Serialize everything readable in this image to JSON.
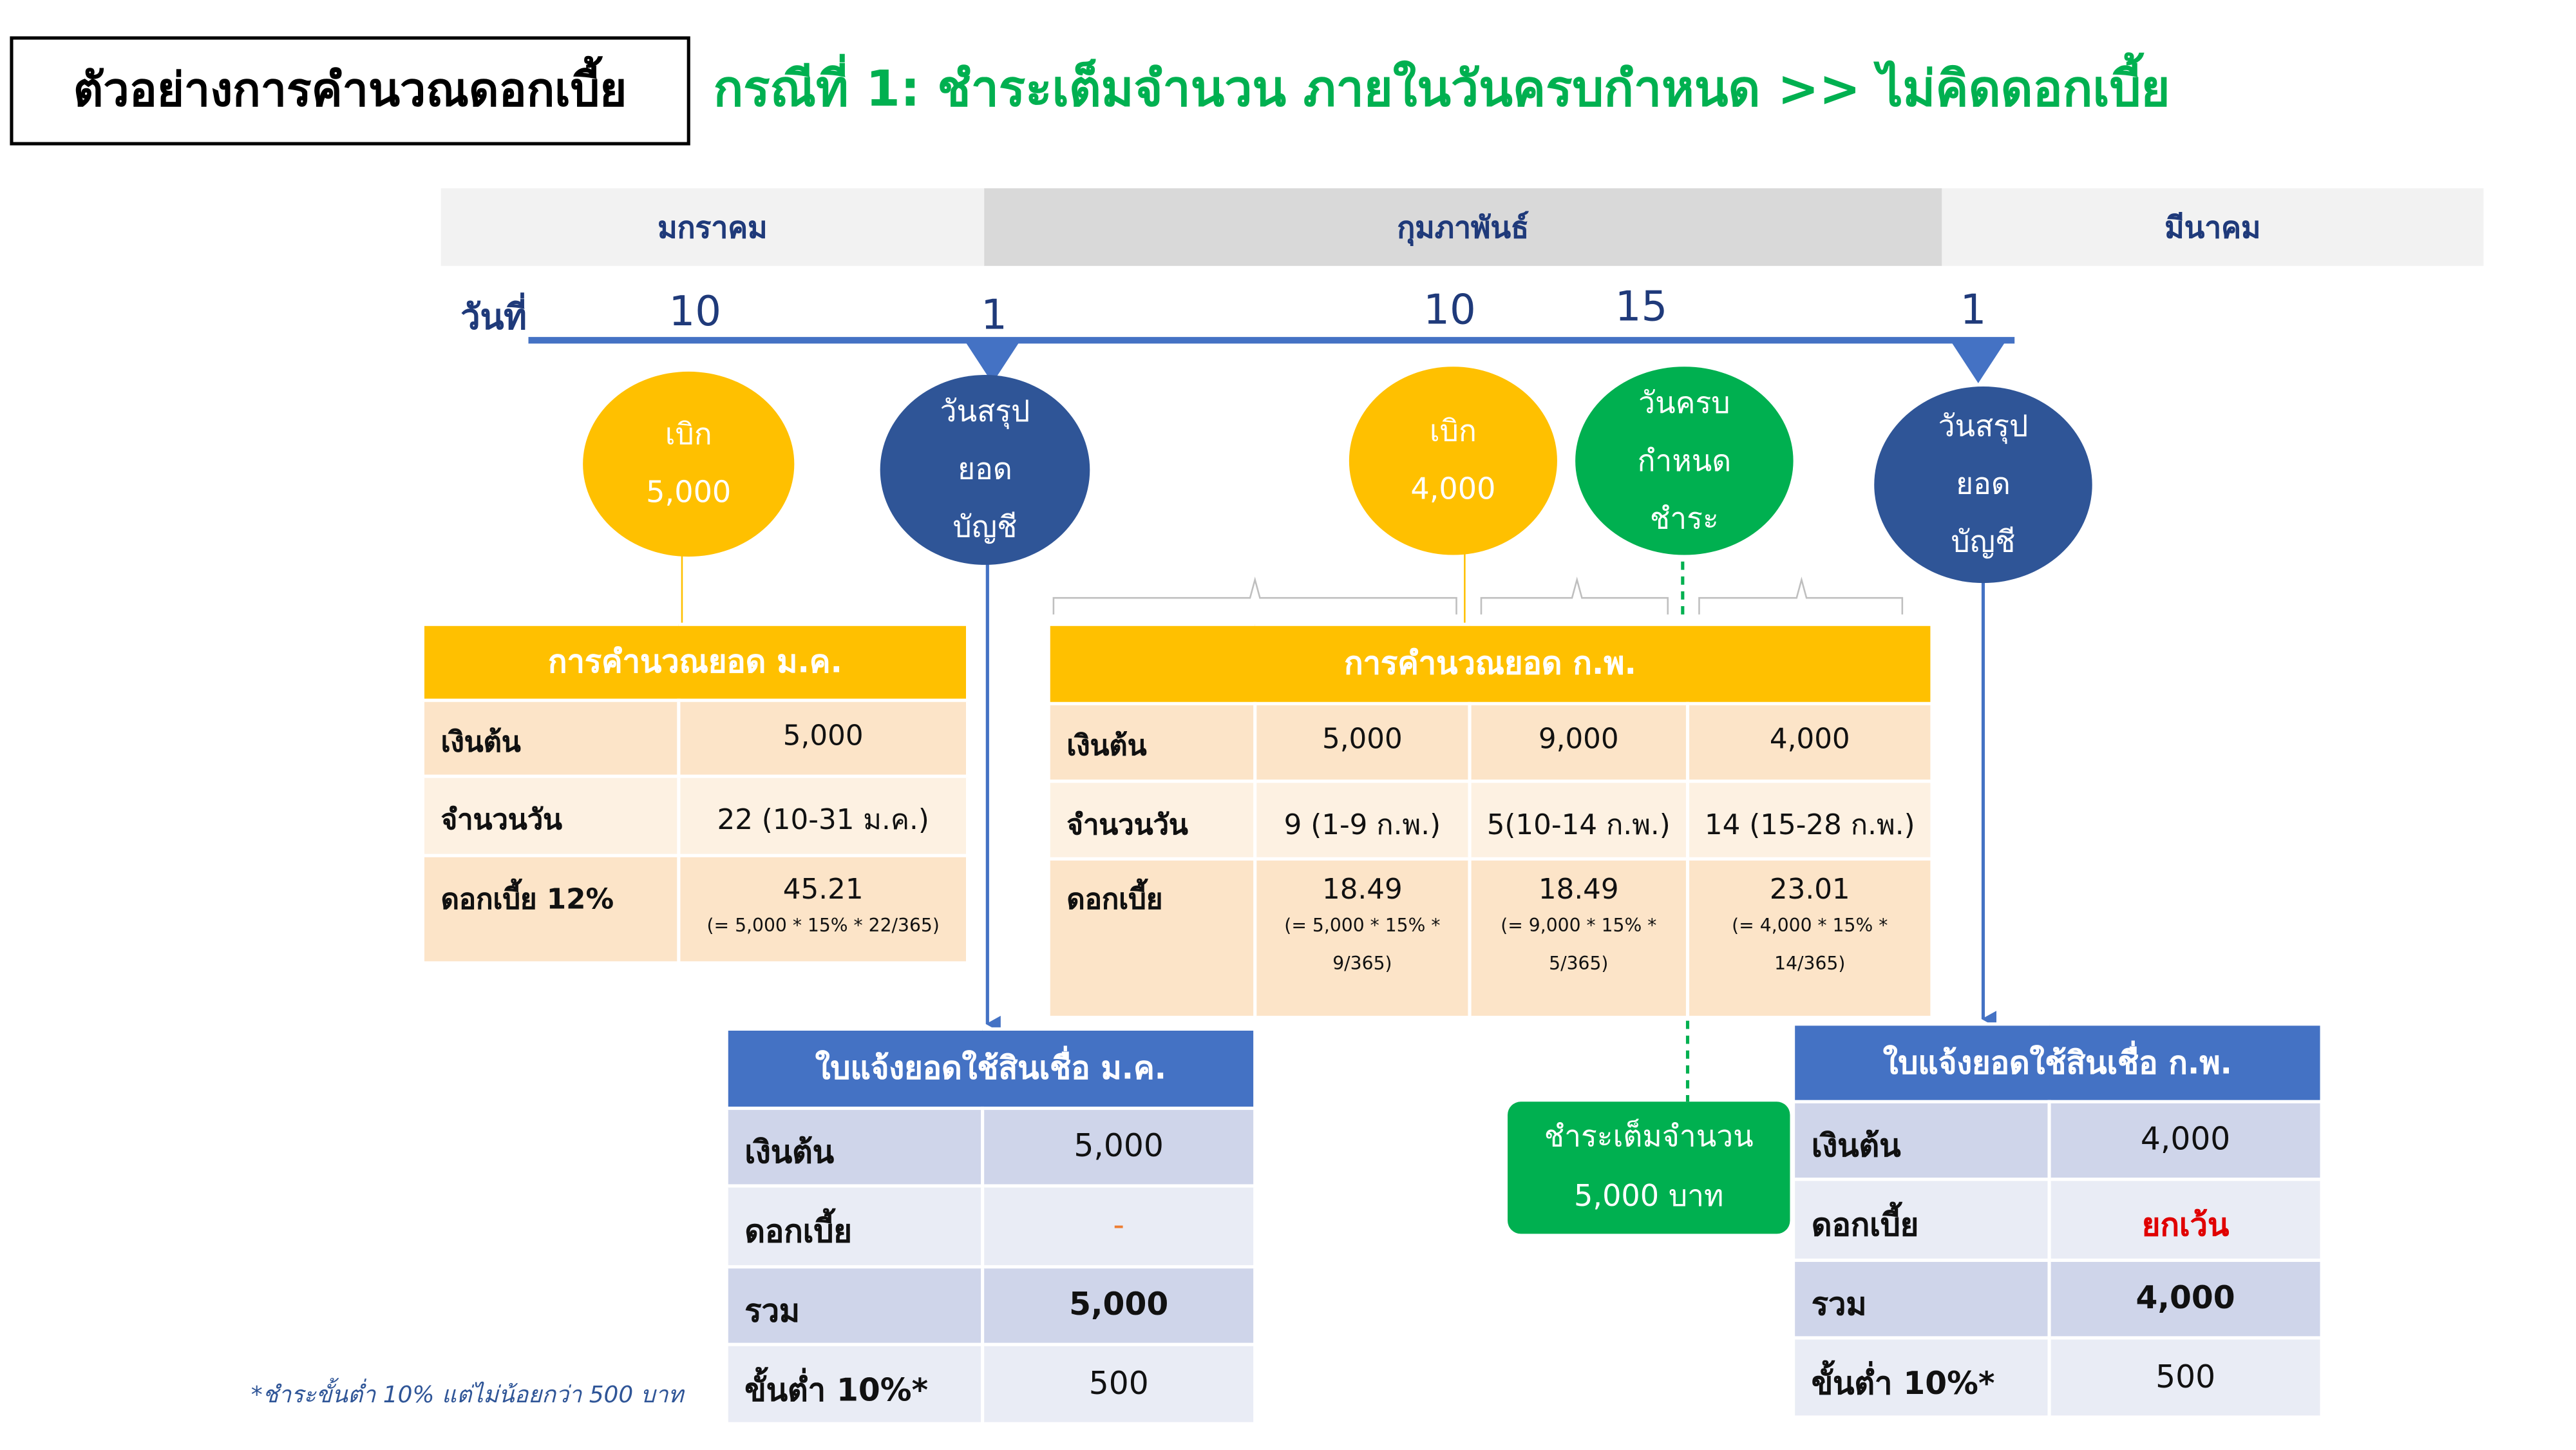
{
  "title": "ตัวอย่างการคำนวณดอกเบี้ย",
  "case_title": "กรณีที่ 1:  ชำระเต็มจำนวน ภายในวันครบกำหนด >> ไม่คิดดอกเบี้ย",
  "months": [
    "มกราคม",
    "กุมภาพันธ์",
    "มีนาคม"
  ],
  "day_label": "วันที่",
  "days": [
    "10",
    "1",
    "10",
    "15",
    "1"
  ],
  "events": {
    "withdraw1": {
      "label": "เบิก",
      "amount": "5,000"
    },
    "statement1": {
      "lines": [
        "วันสรุป",
        "ยอด",
        "บัญชี"
      ]
    },
    "withdraw2": {
      "label": "เบิก",
      "amount": "4,000"
    },
    "due": {
      "lines": [
        "วันครบ",
        "กำหนด",
        "ชำระ"
      ]
    },
    "statement2": {
      "lines": [
        "วันสรุป",
        "ยอด",
        "บัญชี"
      ]
    }
  },
  "jan_calc": {
    "header": "การคำนวณยอด ม.ค.",
    "rows": [
      {
        "label": "เงินต้น",
        "value": "5,000"
      },
      {
        "label": "จำนวนวัน",
        "value": "22 (10-31 ม.ค.)"
      },
      {
        "label": "ดอกเบี้ย 12%",
        "value": "45.21",
        "formula": "(= 5,000 * 15% * 22/365)"
      }
    ]
  },
  "feb_calc": {
    "header": "การคำนวณยอด ก.พ.",
    "labels": [
      "เงินต้น",
      "จำนวนวัน",
      "ดอกเบี้ย"
    ],
    "cols": [
      {
        "principal": "5,000",
        "days": "9 (1-9 ก.พ.)",
        "interest": "18.49",
        "formula1": "(= 5,000 * 15% *",
        "formula2": "9/365)"
      },
      {
        "principal": "9,000",
        "days": "5(10-14 ก.พ.)",
        "interest": "18.49",
        "formula1": "(= 9,000 * 15% *",
        "formula2": "5/365)"
      },
      {
        "principal": "4,000",
        "days": "14 (15-28 ก.พ.)",
        "interest": "23.01",
        "formula1": "(= 4,000 * 15% *",
        "formula2": "14/365)"
      }
    ]
  },
  "jan_statement": {
    "header": "ใบแจ้งยอดใช้สินเชื่อ ม.ค.",
    "rows": [
      {
        "label": "เงินต้น",
        "value": "5,000"
      },
      {
        "label": "ดอกเบี้ย",
        "value": "-"
      },
      {
        "label": "รวม",
        "value": "5,000"
      },
      {
        "label": "ขั้นต่ำ 10%*",
        "value": "500"
      }
    ]
  },
  "feb_statement": {
    "header": "ใบแจ้งยอดใช้สินเชื่อ ก.พ.",
    "rows": [
      {
        "label": "เงินต้น",
        "value": "4,000"
      },
      {
        "label": "ดอกเบี้ย",
        "value": "ยกเว้น"
      },
      {
        "label": "รวม",
        "value": "4,000"
      },
      {
        "label": "ขั้นต่ำ 10%*",
        "value": "500"
      }
    ]
  },
  "payment": {
    "line1": "ชำระเต็มจำนวน",
    "line2": "5,000 บาท"
  },
  "note": "*ชำระขั้นต่ำ 10% แต่ไม่น้อยกว่า 500 บาท",
  "colors": {
    "green": "#00b050",
    "navy": "#2f5597",
    "yellow": "#ffc000",
    "blue": "#4472c4",
    "red": "#e00000"
  }
}
